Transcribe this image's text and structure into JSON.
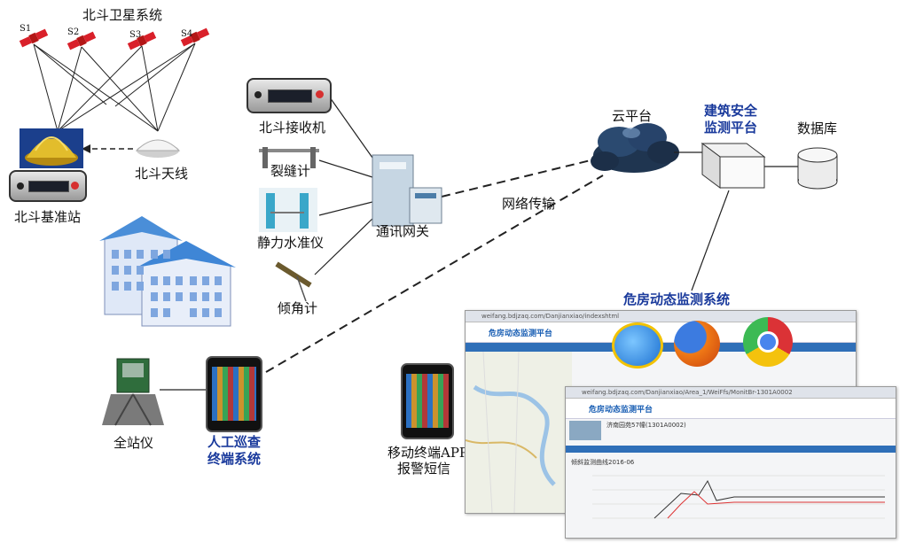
{
  "satellites": {
    "title": "北斗卫星系统",
    "items": [
      "S1",
      "S2",
      "S3",
      "S4"
    ]
  },
  "labels": {
    "base_station": "北斗基准站",
    "antenna": "北斗天线",
    "receiver": "北斗接收机",
    "crack_meter": "裂缝计",
    "level_gauge": "静力水准仪",
    "inclinometer": "倾角计",
    "gateway": "通讯网关",
    "network": "网络传输",
    "cloud": "云平台",
    "platform": "建筑安全\n监测平台",
    "platform_line1": "建筑安全",
    "platform_line2": "监测平台",
    "database": "数据库",
    "system_title": "危房动态监测系统",
    "total_station": "全站仪",
    "manual_line1": "人工巡查",
    "manual_line2": "终端系统",
    "mobile_line1": "移动终端APP",
    "mobile_line2": "报警短信"
  },
  "screens": {
    "back_url": "weifang.bdjzaq.com/Danjianxiao/indexshtml",
    "back_title": "危房动态监测平台",
    "front_url": "weifang.bdjzaq.com/Danjianxiao/Area_1/WeiFfs/MonitBr-1301A0002",
    "front_title": "危房动态监测平台",
    "front_building": "济南园苑57幢(1301A0002)",
    "chart_title": "倾斜监测曲线2016-06"
  },
  "colors": {
    "label_blue": "#1a3a9c",
    "link_line": "#333333",
    "satellite_red": "#d9202a",
    "cloud_dark": "#1f3550"
  }
}
